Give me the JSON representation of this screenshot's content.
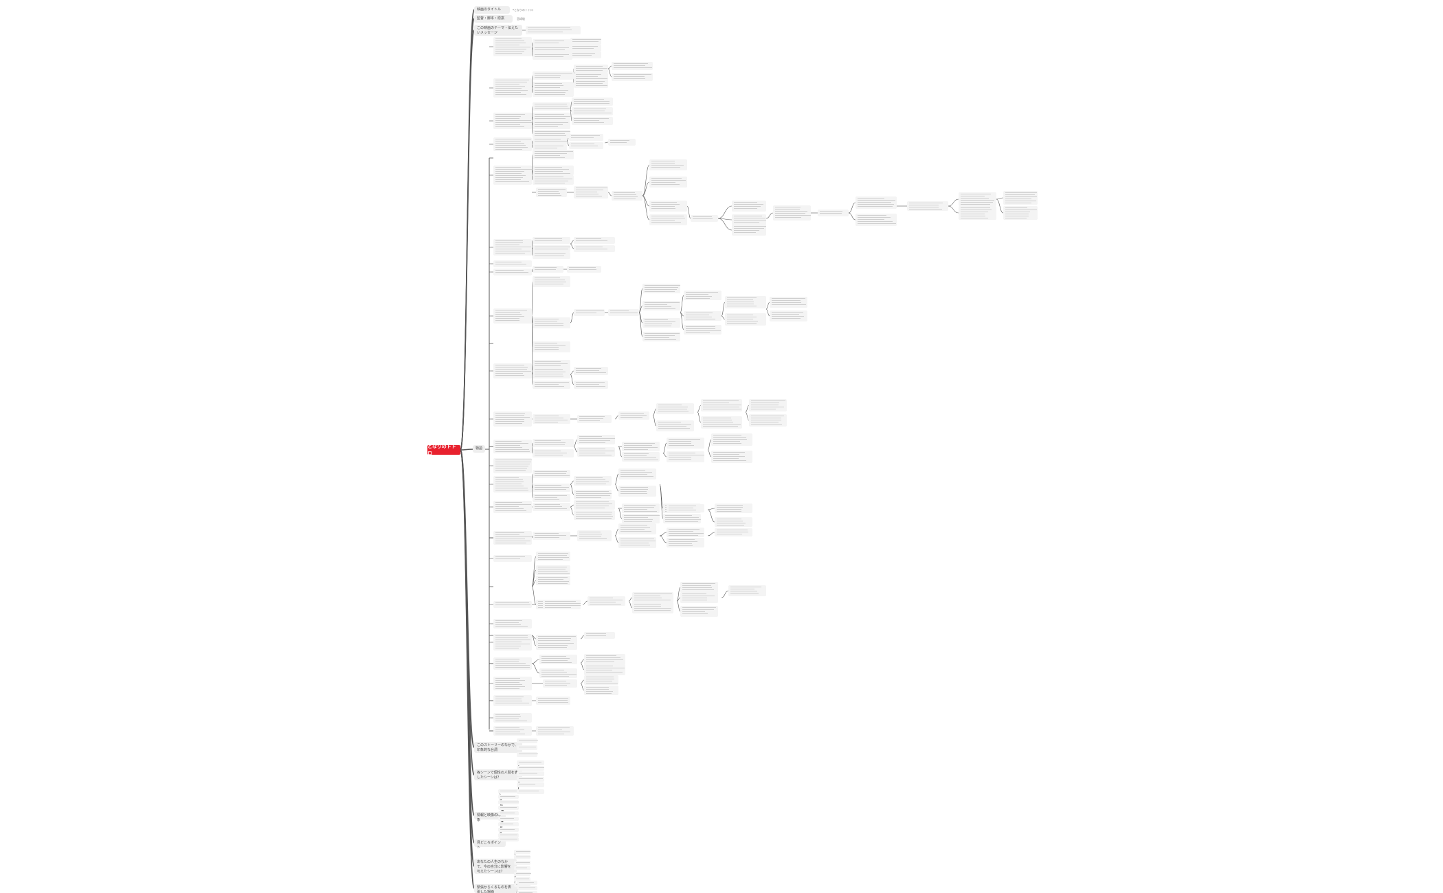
{
  "root": {
    "label": "となりのトトロ",
    "color": "#e8212e"
  },
  "topics": [
    {
      "label": "映画のタイトル",
      "children": [
        "となりのトトロ"
      ]
    },
    {
      "label": "監督・脚本・原案",
      "children": [
        "宮崎駿"
      ]
    },
    {
      "label": "この映画のテーマ・伝えたいメッセージ",
      "children": []
    },
    {
      "label": "物語",
      "children": []
    },
    {
      "label": "このストーリーのなかで、印象的な台詞",
      "children": []
    },
    {
      "label": "各シーンで個性の人間を表したシーンは？",
      "children": []
    },
    {
      "label": "情報と映像の印象",
      "children": []
    },
    {
      "label": "見どころポイント",
      "children": []
    },
    {
      "label": "あなたの人生のなかで、今の自分に影響を与えたシーンは？",
      "children": []
    },
    {
      "label": "緊張からくるものを表現した場面",
      "children": []
    }
  ],
  "colors": {
    "line": "#555555",
    "node_bg": "#f2f2f2",
    "accent": "#e8212e"
  }
}
